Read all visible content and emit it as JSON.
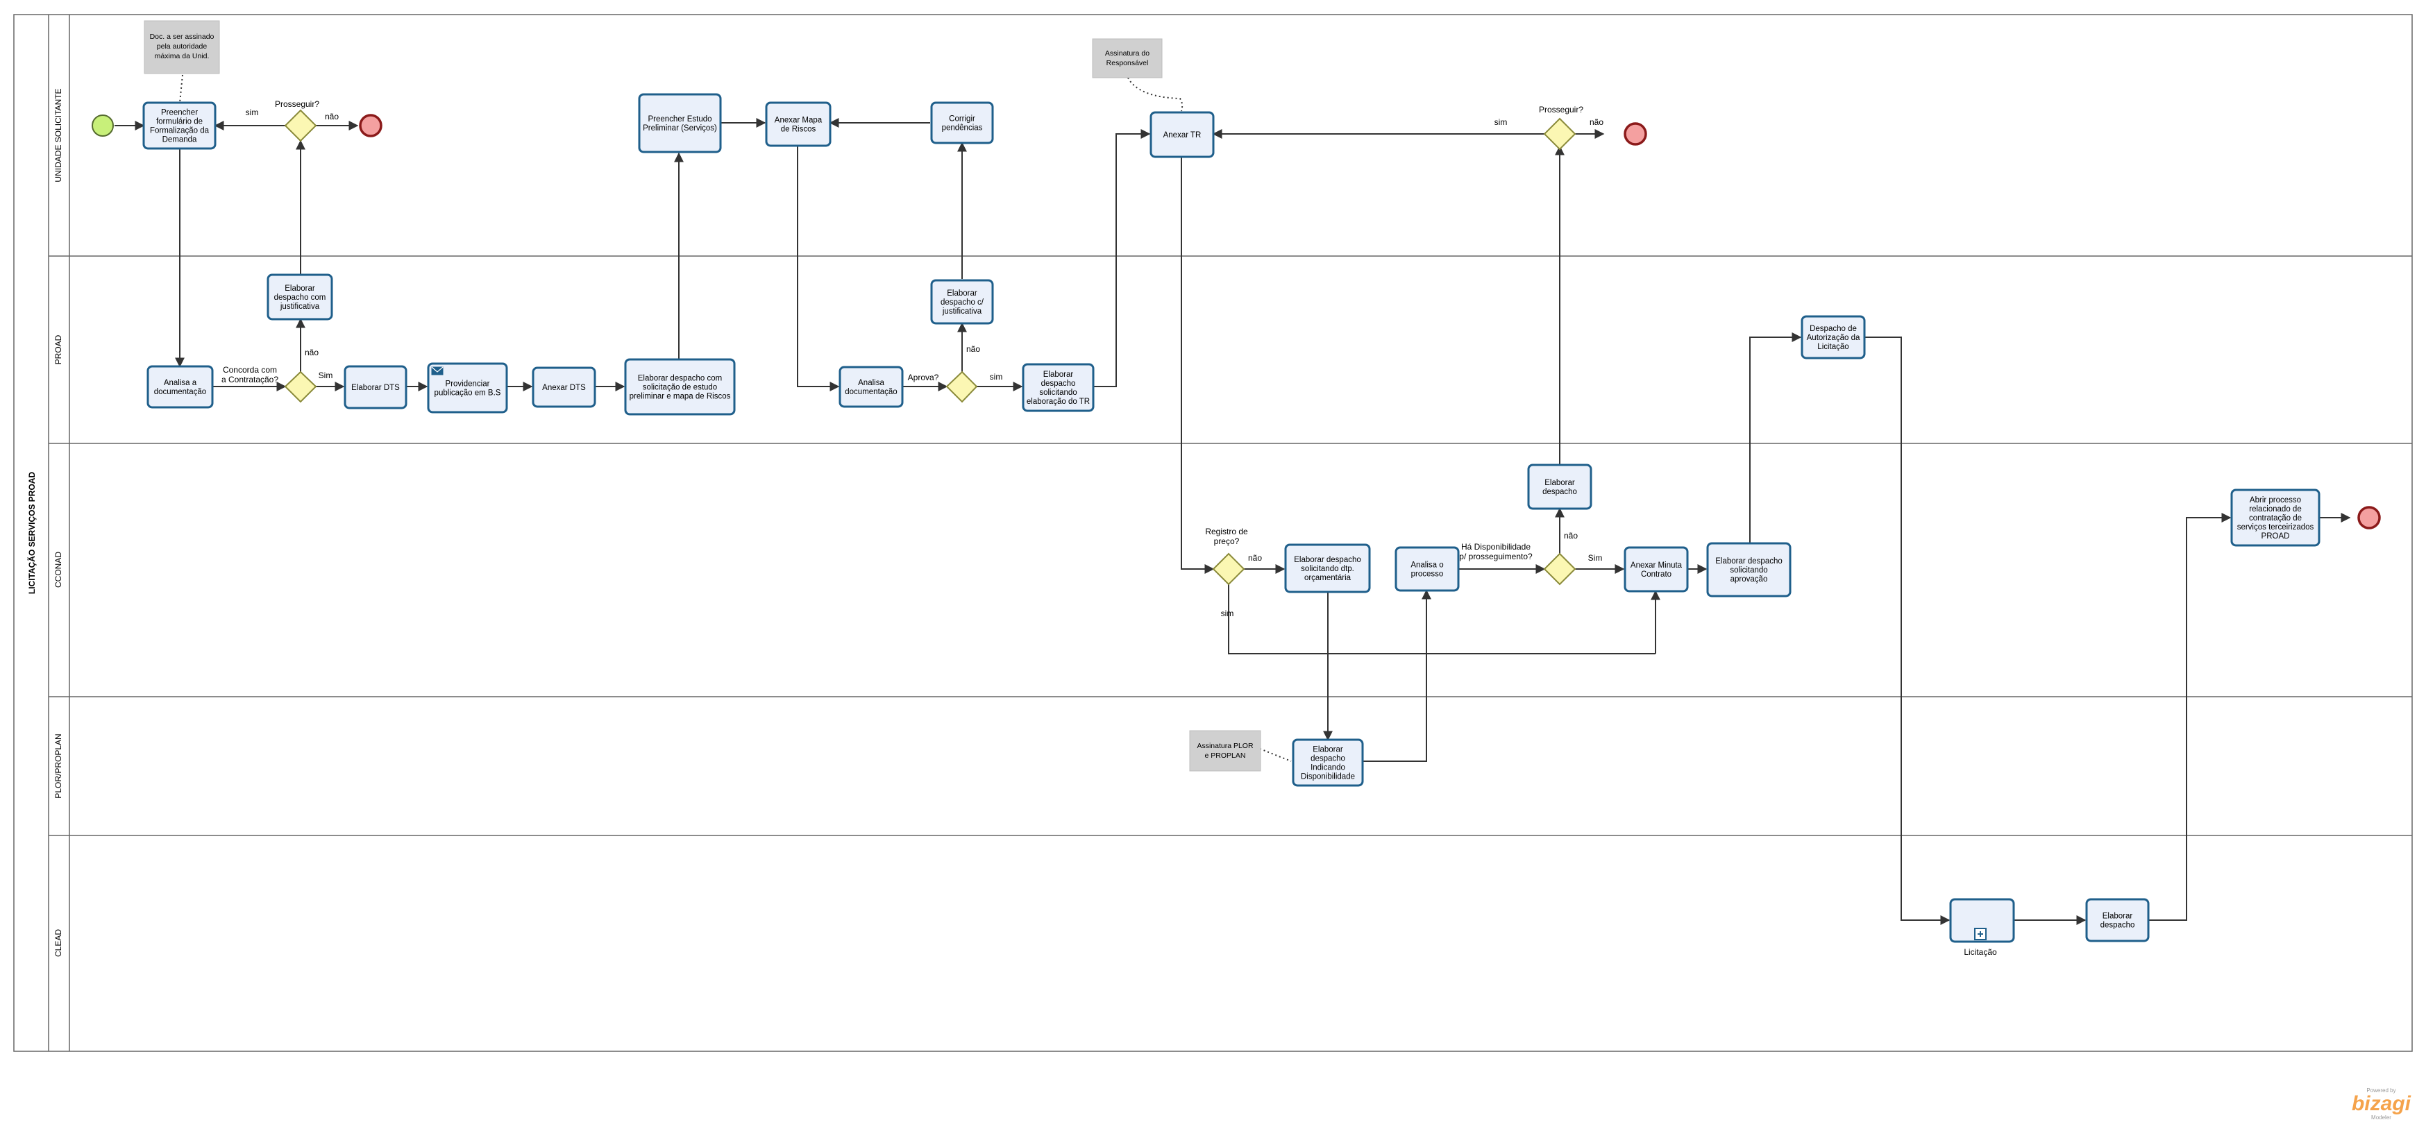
{
  "pool": {
    "name": "LICITAÇÃO SERVIÇOS PROAD"
  },
  "lanes": [
    "UNIDADE SOLICITANTE",
    "PROAD",
    "CCONAD",
    "PLOR/PROPLAN",
    "CLEAD"
  ],
  "tasks": {
    "preencher_formulario": [
      "Preencher",
      "formulário de",
      "Formalização da",
      "Demanda"
    ],
    "elaborar_despacho_justificativa": [
      "Elaborar",
      "despacho com",
      "justificativa"
    ],
    "analisa_documentacao_1": [
      "Analisa a",
      "documentação"
    ],
    "elaborar_dts": [
      "Elaborar DTS"
    ],
    "providenciar_publicacao": [
      "Providenciar",
      "publicação em B.S"
    ],
    "anexar_dts": [
      "Anexar DTS"
    ],
    "elaborar_despacho_estudo": [
      "Elaborar despacho com",
      "solicitação de estudo",
      "preliminar e mapa de Riscos"
    ],
    "preencher_estudo": [
      "Preencher Estudo",
      "Preliminar (Serviços)"
    ],
    "anexar_mapa": [
      "Anexar Mapa",
      "de Riscos"
    ],
    "corrigir_pendencias": [
      "Corrigir",
      "pendências"
    ],
    "analisa_documentacao_2": [
      "Analisa",
      "documentação"
    ],
    "elaborar_despacho_c_justificativa": [
      "Elaborar",
      "despacho c/",
      "justificativa"
    ],
    "elaborar_despacho_tr": [
      "Elaborar",
      "despacho",
      "solicitando",
      "elaboração do TR"
    ],
    "anexar_tr": [
      "Anexar TR"
    ],
    "elaborar_despacho_dotacao": [
      "Elaborar despacho",
      "solicitando dtp.",
      "orçamentária"
    ],
    "analisa_processo": [
      "Analisa o",
      "processo"
    ],
    "elaborar_despacho_ccon": [
      "Elaborar",
      "despacho"
    ],
    "anexar_minuta": [
      "Anexar Minuta",
      "Contrato"
    ],
    "elaborar_despacho_aprovacao": [
      "Elaborar despacho",
      "solicitando",
      "aprovação"
    ],
    "despacho_autorizacao": [
      "Despacho de",
      "Autorização da",
      "Licitação"
    ],
    "abrir_processo": [
      "Abrir processo",
      "relacionado de",
      "contratação de",
      "serviços terceirizados",
      "PROAD"
    ],
    "elaborar_despacho_disponibilidade": [
      "Elaborar",
      "despacho",
      "Indicando",
      "Disponibilidade"
    ],
    "licitacao_label": "Licitação",
    "elaborar_despacho_clead": [
      "Elaborar",
      "despacho"
    ]
  },
  "annotations": {
    "doc_assinado": [
      "Doc. a ser assinado",
      "pela autoridade",
      "máxima da Unid."
    ],
    "assinatura_responsavel": [
      "Assinatura do",
      "Responsável"
    ],
    "assinatura_plor": [
      "Assinatura PLOR",
      "e PROPLAN"
    ]
  },
  "gateways": {
    "prosseguir_1": "Prosseguir?",
    "concorda": [
      "Concorda com",
      "a Contratação?"
    ],
    "aprova": "Aprova?",
    "prosseguir_2": "Prosseguir?",
    "registro_preco": [
      "Registro de",
      "preço?"
    ],
    "ha_disponibilidade": [
      "Há Disponibilidade",
      "p/ prosseguimento?"
    ]
  },
  "flow_labels": {
    "sim_p1": "sim",
    "nao_p1": "não",
    "nao_concorda": "não",
    "sim_concorda": "Sim",
    "sim_aprova": "sim",
    "nao_aprova": "não",
    "sim_p2": "sim",
    "nao_p2": "não",
    "nao_registro": "não",
    "sim_registro": "sim",
    "nao_disp": "não",
    "sim_disp": "Sim"
  },
  "brand": {
    "powered_by": "Powered by",
    "name": "bizagi",
    "sub": "Modeler"
  },
  "colors": {
    "task_fill": "#eaf0fa",
    "task_stroke": "#1f5f8b",
    "start": "#c8f07a",
    "end": "#f4a0a0",
    "gateway": "#fbf7b3",
    "annotation": "#d0d0d0"
  }
}
